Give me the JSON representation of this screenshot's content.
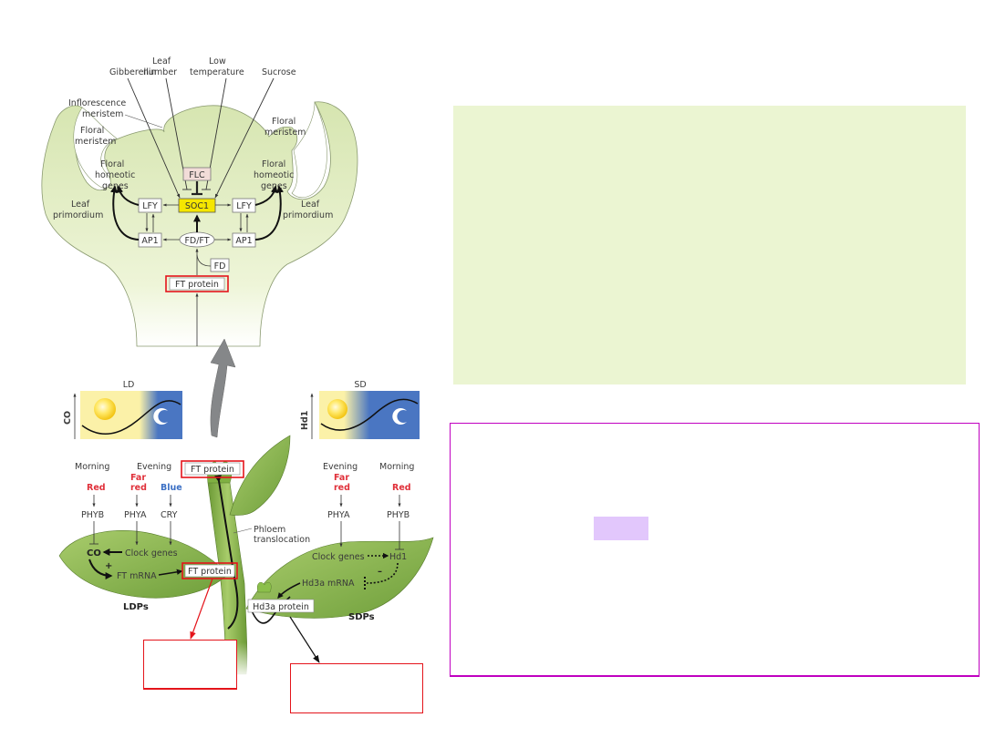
{
  "meristem": {
    "signals": [
      "Gibberellin",
      "Leaf number",
      "Low temperature",
      "Sucrose"
    ],
    "signal_lines": [
      [
        "Gibberellin"
      ],
      [
        "Leaf",
        "number"
      ],
      [
        "Low",
        "temperature"
      ],
      [
        "Sucrose"
      ]
    ],
    "inflorescence_meristem": [
      "Inflorescence",
      "meristem"
    ],
    "floral_meristem_left": [
      "Floral",
      "meristem"
    ],
    "floral_meristem_right": [
      "Floral",
      "meristem"
    ],
    "floral_homeotic_left": [
      "Floral",
      "homeotic",
      "genes"
    ],
    "floral_homeotic_right": [
      "Floral",
      "homeotic",
      "genes"
    ],
    "leaf_primordium_left": [
      "Leaf",
      "primordium"
    ],
    "leaf_primordium_right": [
      "Leaf",
      "primordium"
    ],
    "nodes": {
      "flc": "FLC",
      "soc1": "SOC1",
      "lfy_left": "LFY",
      "lfy_right": "LFY",
      "ap1_left": "AP1",
      "ap1_right": "AP1",
      "fdft": "FD/FT",
      "fd": "FD",
      "ft_protein": "FT protein"
    }
  },
  "ld_graph": {
    "title": "LD",
    "y_label": "CO"
  },
  "sd_graph": {
    "title": "SD",
    "y_label": "Hd1"
  },
  "ldp": {
    "morning": "Morning",
    "evening": "Evening",
    "light_red": "Red",
    "light_far_red": [
      "Far",
      "red"
    ],
    "light_blue": "Blue",
    "phyb": "PHYB",
    "phya": "PHYA",
    "cry": "CRY",
    "co": "CO",
    "clock_genes": "Clock genes",
    "plus": "+",
    "ft_mrna": "FT mRNA",
    "ft_protein": "FT protein",
    "label": "LDPs"
  },
  "stem": {
    "ft_protein_top": "FT protein",
    "phloem": [
      "Phloem",
      "translocation"
    ]
  },
  "sdp": {
    "evening": "Evening",
    "morning": "Morning",
    "light_far_red": [
      "Far",
      "red"
    ],
    "light_red": "Red",
    "phya": "PHYA",
    "phyb": "PHYB",
    "clock_genes": "Clock genes",
    "hd1": "Hd1",
    "minus": "–",
    "hd3a_mrna": "Hd3a mRNA",
    "hd3a_protein": "Hd3a protein",
    "label": "SDPs"
  },
  "colors": {
    "meristem_fill": "#d8e6b4",
    "soc1_fill": "#f5e600",
    "flc_fill": "#f2dcd8",
    "highlight_red": "#e4141b",
    "panel_green": "#ebf5d2",
    "panel_border_purple": "#c000c0",
    "chip_purple": "#e2c7fc",
    "day_yellow": "#fbf1a8",
    "night_blue": "#4a76c2"
  }
}
